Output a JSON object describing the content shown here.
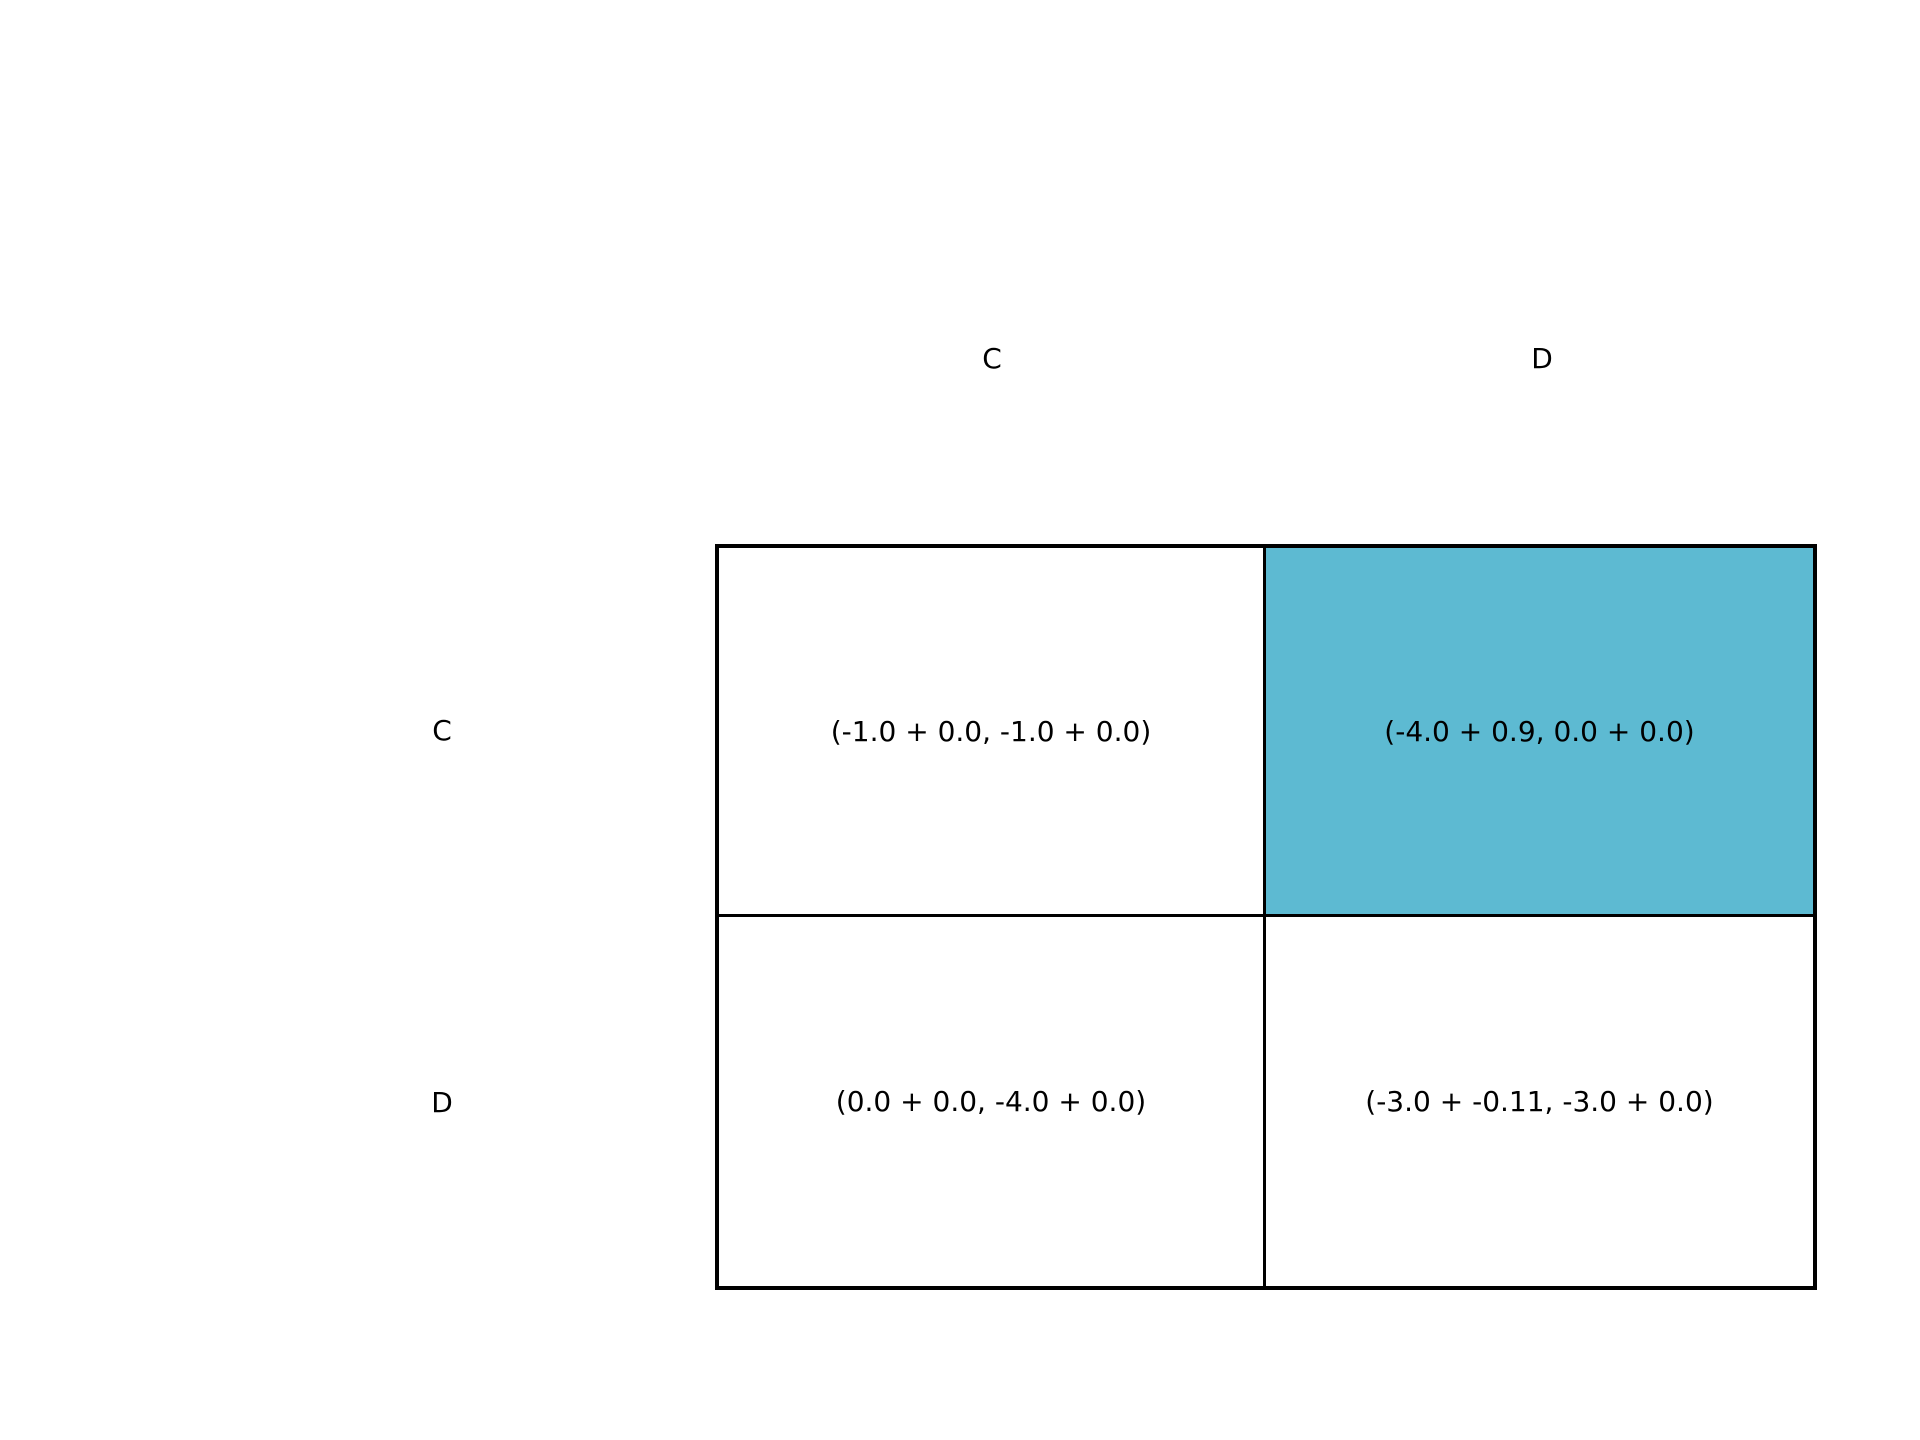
{
  "column_labels": [
    "C",
    "D"
  ],
  "row_labels": [
    "C",
    "D"
  ],
  "cells": [
    [
      "(-1.0 + 0.0, -1.0 + 0.0)",
      "(-4.0 + 0.9, 0.0 + 0.0)"
    ],
    [
      "(0.0 + 0.0, -4.0 + 0.0)",
      "(-3.0 + -0.11, -3.0 + 0.0)"
    ]
  ],
  "highlight": {
    "row": 0,
    "col": 1,
    "color": "#5dbad2"
  }
}
